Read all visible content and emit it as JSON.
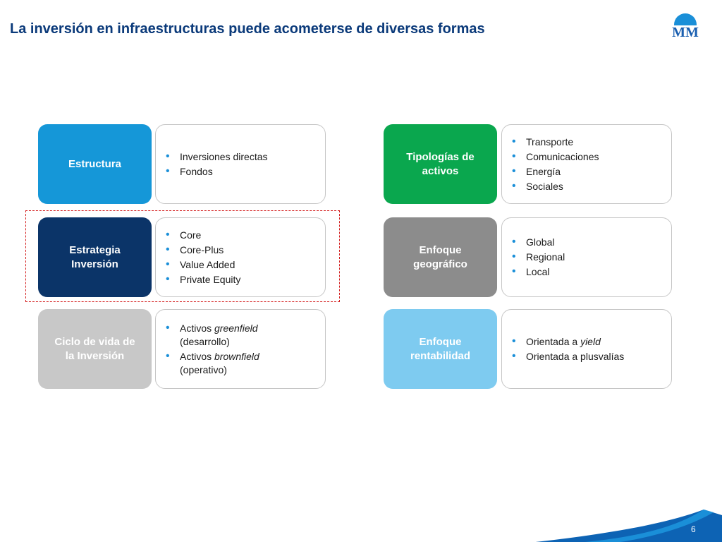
{
  "title": "La inversión en infraestructuras puede acometerse de diversas formas",
  "logo_text": "MM",
  "page_number": "6",
  "colors": {
    "title": "#0b3a7a",
    "bullet": "#1a8fd8",
    "estructura": "#1597d8",
    "estrategia": "#0b3468",
    "ciclo": "#c8c8c8",
    "tipologias": "#0aa74e",
    "geografico": "#8c8c8c",
    "rentabilidad": "#7ecbf0",
    "highlight_border": "#d42020"
  },
  "cards": [
    {
      "label": "Estructura",
      "items": [
        {
          "pre": "Inversiones directas",
          "em": "",
          "post": "",
          "line2": ""
        },
        {
          "pre": "Fondos",
          "em": "",
          "post": "",
          "line2": ""
        }
      ]
    },
    {
      "label": "Estrategia\nInversión",
      "items": [
        {
          "pre": "Core",
          "em": "",
          "post": "",
          "line2": ""
        },
        {
          "pre": "Core-Plus",
          "em": "",
          "post": "",
          "line2": ""
        },
        {
          "pre": "Value Added",
          "em": "",
          "post": "",
          "line2": ""
        },
        {
          "pre": "Private Equity",
          "em": "",
          "post": "",
          "line2": ""
        }
      ]
    },
    {
      "label": "Ciclo de vida de\nla Inversión",
      "items": [
        {
          "pre": "Activos ",
          "em": "greenfield",
          "post": "",
          "line2": "(desarrollo)"
        },
        {
          "pre": "Activos ",
          "em": "brownfield",
          "post": "",
          "line2": "(operativo)"
        }
      ]
    },
    {
      "label": "Tipologías de\nactivos",
      "items": [
        {
          "pre": "Transporte",
          "em": "",
          "post": "",
          "line2": ""
        },
        {
          "pre": "Comunicaciones",
          "em": "",
          "post": "",
          "line2": ""
        },
        {
          "pre": "Energía",
          "em": "",
          "post": "",
          "line2": ""
        },
        {
          "pre": "Sociales",
          "em": "",
          "post": "",
          "line2": ""
        }
      ]
    },
    {
      "label": "Enfoque\ngeográfico",
      "items": [
        {
          "pre": "Global",
          "em": "",
          "post": "",
          "line2": ""
        },
        {
          "pre": "Regional",
          "em": "",
          "post": "",
          "line2": ""
        },
        {
          "pre": "Local",
          "em": "",
          "post": "",
          "line2": ""
        }
      ]
    },
    {
      "label": "Enfoque\nrentabilidad",
      "items": [
        {
          "pre": "Orientada a ",
          "em": "yield",
          "post": "",
          "line2": ""
        },
        {
          "pre": "Orientada a plusvalías",
          "em": "",
          "post": "",
          "line2": ""
        }
      ]
    }
  ]
}
